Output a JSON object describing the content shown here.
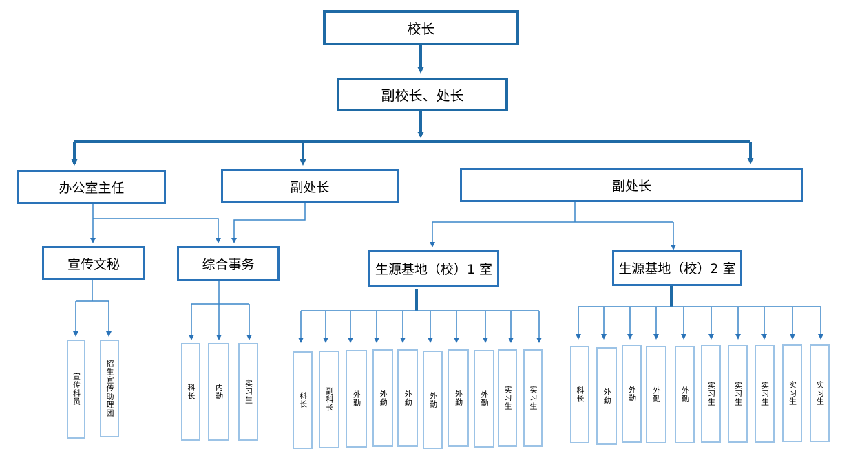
{
  "org": {
    "principal": "校长",
    "vice": "副校长、处长",
    "office_director": "办公室主任",
    "deputy_a": "副处长",
    "deputy_b": "副处长",
    "publicity": "宣传文秘",
    "general_affairs": "综合事务",
    "room1": "生源基地（校）1 室",
    "room2": "生源基地（校）2 室",
    "publicity_staff": [
      "宣传科员",
      "招生宣传助理团"
    ],
    "general_staff": [
      "科长",
      "内勤",
      "实习生"
    ],
    "room1_staff": [
      "科长",
      "副科长",
      "外勤",
      "外勤",
      "外勤",
      "外勤",
      "外勤",
      "外勤",
      "实习生",
      "实习生"
    ],
    "room2_staff": [
      "科长",
      "外勤",
      "外勤",
      "外勤",
      "外勤",
      "实习生",
      "实习生",
      "实习生",
      "实习生",
      "实习生"
    ]
  },
  "colors": {
    "connector_dark": "#1f6aa5",
    "connector_light": "#3a86c8",
    "leaf_border": "#9cc3e6"
  }
}
